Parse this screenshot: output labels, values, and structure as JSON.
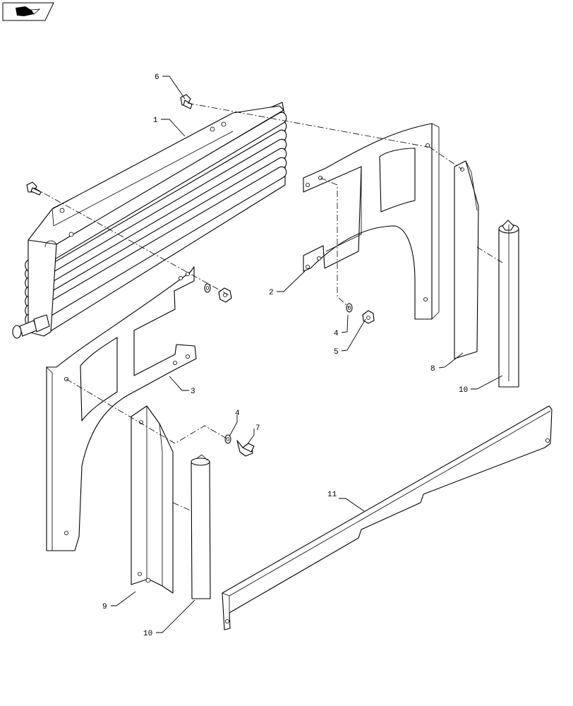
{
  "navigation": {
    "icon": "arrow-right-icon"
  },
  "callouts": [
    {
      "id": "c1",
      "label": "1"
    },
    {
      "id": "c2",
      "label": "2"
    },
    {
      "id": "c3",
      "label": "3"
    },
    {
      "id": "c4a",
      "label": "4"
    },
    {
      "id": "c4b",
      "label": "4"
    },
    {
      "id": "c5",
      "label": "5"
    },
    {
      "id": "c6",
      "label": "6"
    },
    {
      "id": "c7",
      "label": "7"
    },
    {
      "id": "c8",
      "label": "8"
    },
    {
      "id": "c9",
      "label": "9"
    },
    {
      "id": "c10a",
      "label": "10"
    },
    {
      "id": "c10b",
      "label": "10"
    },
    {
      "id": "c11",
      "label": "11"
    }
  ]
}
